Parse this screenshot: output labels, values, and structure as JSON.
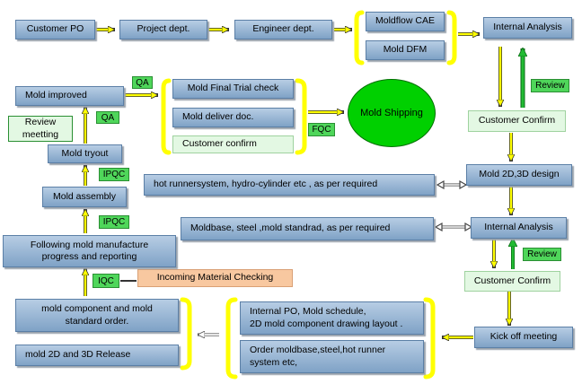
{
  "nodes": {
    "customer_po": "Customer PO",
    "project_dept": "Project dept.",
    "engineer_dept": "Engineer dept.",
    "moldflow_cae": "Moldflow CAE",
    "mold_dfm": "Mold DFM",
    "internal_analysis_top": "Internal Analysis",
    "customer_confirm_top": "Customer Confirm",
    "mold_2d3d_design": "Mold 2D,3D design",
    "internal_analysis_mid": "Internal Analysis",
    "customer_confirm_mid": "Customer Confirm",
    "kick_off_meeting": "Kick off meeting",
    "hot_runner": "hot runnersystem, hydro-cylinder etc , as per required",
    "moldbase_steel": "Moldbase, steel ,mold standrad, as per  required",
    "internal_po": "Internal PO, Mold schedule,\n2D mold component drawing layout .",
    "order_moldbase": "Order moldbase,steel,hot runner\nsystem etc,",
    "mold_component_order": "mold component and mold\nstandard order.",
    "mold_2d3d_release": "mold 2D and 3D Release",
    "incoming_material": "Incoming Material Checking",
    "following_progress": "Following mold manufacture\nprogress and reporting",
    "mold_assembly": "Mold assembly",
    "mold_tryout": "Mold tryout",
    "review_meeting": "Review\nmeetting",
    "mold_improved": "Mold  improved",
    "final_trial_check": "Mold Final Trial check",
    "mold_deliver_doc": "Mold deliver doc.",
    "customer_confirm_final": "Customer confirm",
    "mold_shipping": "Mold Shipping"
  },
  "tags": {
    "review_top": "Review",
    "review_mid": "Review",
    "iqc": "IQC",
    "ipqc_1": "IPQC",
    "ipqc_2": "IPQC",
    "qa_1": "QA",
    "qa_2": "QA",
    "fqc": "FQC"
  },
  "colors": {
    "box_fill_top": "#b7cde4",
    "box_fill_bottom": "#7fa2c6",
    "arrow_fill": "#ffff00",
    "tag_green": "#4fd65a",
    "shipping_green": "#00d000",
    "bracket_yellow": "#ffff00"
  }
}
